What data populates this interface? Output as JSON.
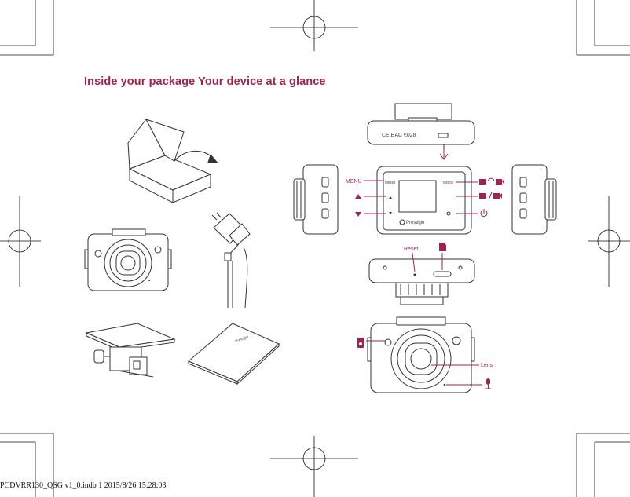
{
  "heading": "Inside your package Your device at a glance",
  "labels": {
    "menu": "MENU",
    "reset": "Reset",
    "lens": "Lens",
    "brand": "Prestigio",
    "cert": "CE EAC €028",
    "menu_small": "MENU",
    "mode_small": "MODE"
  },
  "footer": "PCDVRR130_QSG v1_0.indb   1 2015/8/26   15:28:03",
  "colors": {
    "accent": "#a0234e",
    "line": "#333333"
  },
  "icons": [
    "usb-icon",
    "camera-swap-icon",
    "camera-video-icon",
    "power-icon",
    "sd-card-icon",
    "lock-icon",
    "microphone-icon",
    "up-arrow-icon",
    "down-arrow-icon"
  ]
}
